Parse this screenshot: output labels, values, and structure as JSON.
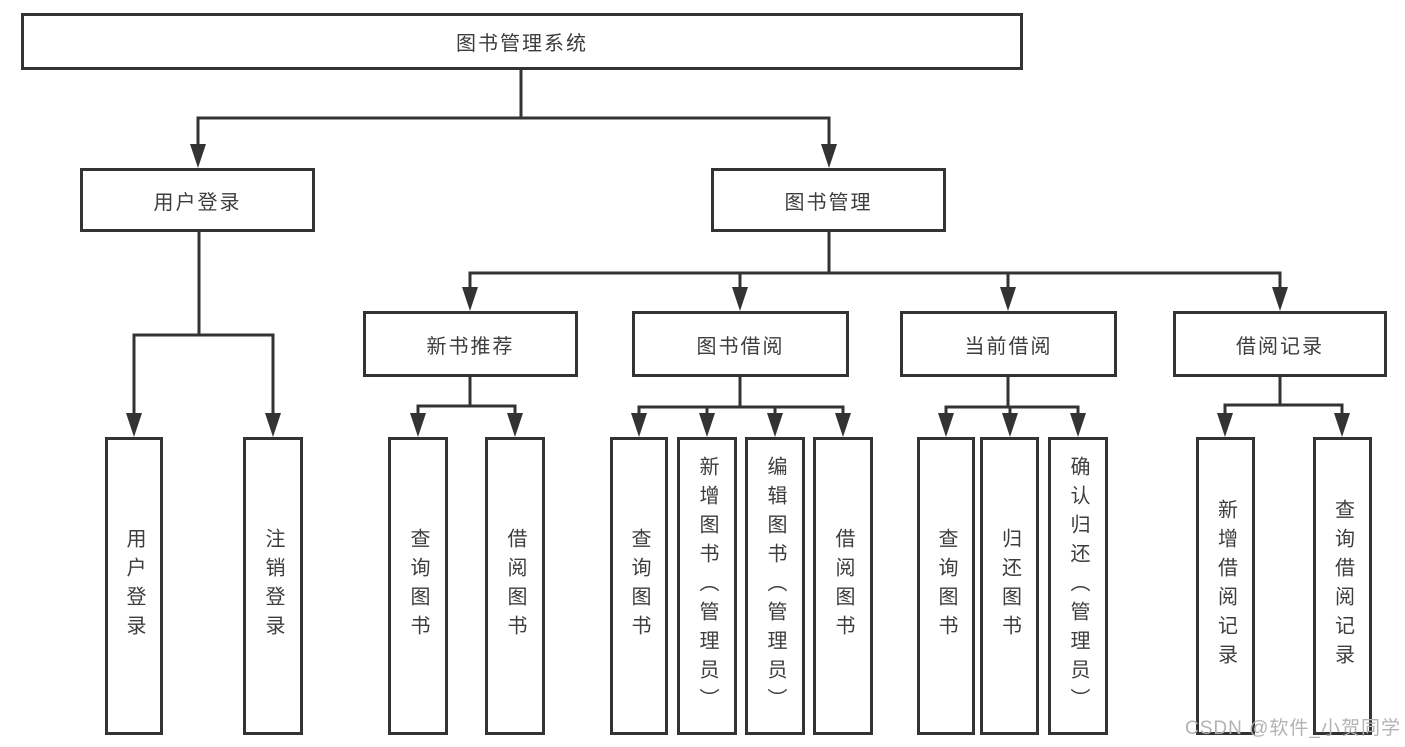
{
  "diagram": {
    "root": {
      "label": "图书管理系统"
    },
    "level2": [
      {
        "label": "用户登录"
      },
      {
        "label": "图书管理"
      }
    ],
    "level3": [
      {
        "label": "新书推荐"
      },
      {
        "label": "图书借阅"
      },
      {
        "label": "当前借阅"
      },
      {
        "label": "借阅记录"
      }
    ],
    "leaves": {
      "user_login": [
        "用户登录",
        "注销登录"
      ],
      "new_books": [
        "查询图书",
        "借阅图书"
      ],
      "book_borrow": [
        "查询图书",
        "新增图书（管理员）",
        "编辑图书（管理员）",
        "借阅图书"
      ],
      "current_borrow": [
        "查询图书",
        "归还图书",
        "确认归还（管理员）"
      ],
      "borrow_records": [
        "新增借阅记录",
        "查询借阅记录"
      ]
    },
    "watermark": "CSDN @软件_小贺同学",
    "colors": {
      "line": "#333333",
      "text": "#3d3d3d",
      "watermark": "#b3b3b3",
      "background": "#ffffff"
    }
  }
}
